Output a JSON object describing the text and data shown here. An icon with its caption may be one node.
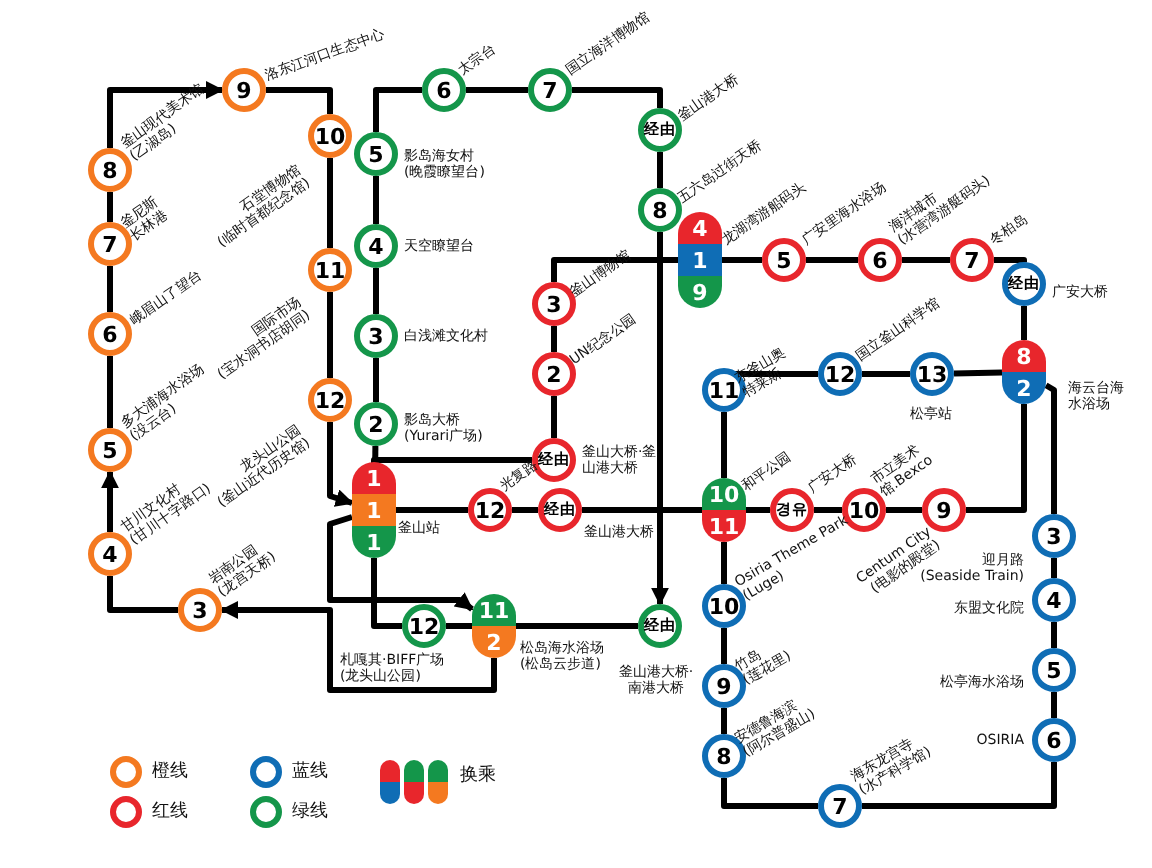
{
  "diagram": {
    "nodes": [
      {
        "text": [
          "9"
        ],
        "beside": [
          "洛东江河口生态中心"
        ]
      },
      {
        "text": [
          "8"
        ],
        "beside": [
          "釜山现代美术馆(乙淑岛)"
        ]
      },
      {
        "text": [
          "7"
        ],
        "beside": [
          "釜尼斯长林港"
        ]
      },
      {
        "text": [
          "6"
        ],
        "beside": [
          "峨眉山了望台"
        ]
      },
      {
        "text": [
          "5"
        ],
        "beside": [
          "多大浦海水浴场(没云台)"
        ]
      },
      {
        "text": [
          "4"
        ],
        "beside": [
          "甘川文化村(甘川十字路口)"
        ]
      },
      {
        "text": [
          "3"
        ],
        "beside": [
          "岩南公园(龙宫天桥)"
        ]
      },
      {
        "text": [
          "10"
        ],
        "beside": [
          "石堂博物馆(临时首都纪念馆)"
        ]
      },
      {
        "text": [
          "11"
        ],
        "beside": [
          "国际市场(宝水洞书店胡同)"
        ]
      },
      {
        "text": [
          "12"
        ],
        "beside": [
          "龙头山公园(釜山近代历史馆)"
        ]
      },
      {
        "text": [
          "1",
          "1",
          "1"
        ],
        "beside": [
          "釜山站"
        ]
      },
      {
        "text": [
          "11",
          "2"
        ],
        "beside": [
          "松岛海水浴场(松岛云步道)"
        ]
      },
      {
        "text": [
          "6"
        ],
        "beside": [
          "太宗台"
        ]
      },
      {
        "text": [
          "7"
        ],
        "beside": [
          "国立海洋博物馆"
        ]
      },
      {
        "text": [
          "经由"
        ],
        "beside": [
          "釜山港大桥"
        ]
      },
      {
        "text": [
          "5"
        ],
        "beside": [
          "影岛海女村(晚霞瞭望台)"
        ]
      },
      {
        "text": [
          "4"
        ],
        "beside": [
          "天空瞭望台"
        ]
      },
      {
        "text": [
          "3"
        ],
        "beside": [
          "白浅滩文化村"
        ]
      },
      {
        "text": [
          "2"
        ],
        "beside": [
          "影岛大桥(Yurari广场)"
        ]
      },
      {
        "text": [
          "8"
        ],
        "beside": [
          "五六岛过街天桥"
        ]
      },
      {
        "text": [
          "4",
          "1",
          "9"
        ],
        "beside": [
          "龙湖湾游船码头"
        ]
      },
      {
        "text": [
          "3"
        ],
        "beside": [
          "釜山博物馆"
        ]
      },
      {
        "text": [
          "2"
        ],
        "beside": [
          "UN纪念公园"
        ]
      },
      {
        "text": [
          "经由"
        ],
        "beside": [
          "釜山大桥·釜山港大桥"
        ]
      },
      {
        "text": [
          "5"
        ],
        "beside": [
          "广安里海水浴场"
        ]
      },
      {
        "text": [
          "6"
        ],
        "beside": [
          "海洋城市(水营湾游艇码头)"
        ]
      },
      {
        "text": [
          "7"
        ],
        "beside": [
          "冬柏岛"
        ]
      },
      {
        "text": [
          "经由"
        ],
        "beside": [
          "广安大桥"
        ]
      },
      {
        "text": [
          "8",
          "2"
        ],
        "beside": [
          "海云台海水浴场"
        ]
      },
      {
        "text": [
          "11"
        ],
        "beside": [
          "东釜山奥特莱斯"
        ]
      },
      {
        "text": [
          "12"
        ],
        "beside": [
          "国立釜山科学馆"
        ]
      },
      {
        "text": [
          "13"
        ],
        "beside": [
          "松亭站"
        ]
      },
      {
        "text": [
          "12"
        ],
        "beside": [
          "光复路"
        ]
      },
      {
        "text": [
          "经由"
        ],
        "beside": [
          "釜山港大桥"
        ]
      },
      {
        "text": [
          "10",
          "11"
        ],
        "beside": [
          "和平公园"
        ]
      },
      {
        "text": [
          "경유"
        ],
        "beside": [
          "广安大桥"
        ]
      },
      {
        "text": [
          "10"
        ],
        "beside": [
          "市立美术馆.Bexco"
        ]
      },
      {
        "text": [
          "9"
        ],
        "beside": [
          "Centum City(电影的殿堂)"
        ]
      },
      {
        "text": [
          "12"
        ],
        "beside": [
          "札嘎其·BIFF广场(龙头山公园)"
        ]
      },
      {
        "text": [
          "经由"
        ],
        "beside": [
          "釜山港大桥·南港大桥"
        ]
      },
      {
        "text": [
          "3"
        ],
        "beside": [
          "迎月路(Seaside Train)"
        ]
      },
      {
        "text": [
          "4"
        ],
        "beside": [
          "东盟文化院"
        ]
      },
      {
        "text": [
          "5"
        ],
        "beside": [
          "松亭海水浴场"
        ]
      },
      {
        "text": [
          "6"
        ],
        "beside": [
          "OSIRIA"
        ]
      },
      {
        "text": [
          "10"
        ],
        "beside": [
          "Osiria Theme Park(Luge)"
        ]
      },
      {
        "text": [
          "9"
        ],
        "beside": [
          "竹岛(莲花里)"
        ]
      },
      {
        "text": [
          "8"
        ],
        "beside": [
          "安德鲁海滨(阿尔普盛山)"
        ]
      },
      {
        "text": [
          "7"
        ],
        "beside": [
          "海东龙宫寺(水产科学馆)"
        ]
      }
    ],
    "edges": [
      {
        "from": 9,
        "to": 10,
        "arrow": "to"
      },
      {
        "from": 10,
        "to": 11,
        "arrow": "to"
      },
      {
        "from": 11,
        "to": 6,
        "arrow": "to"
      },
      {
        "from": 6,
        "to": 5,
        "arrow": "none"
      },
      {
        "from": 5,
        "to": 4,
        "arrow": "to"
      },
      {
        "from": 4,
        "to": 3,
        "arrow": "none"
      },
      {
        "from": 3,
        "to": 2,
        "arrow": "none"
      },
      {
        "from": 2,
        "to": 1,
        "arrow": "none"
      },
      {
        "from": 1,
        "to": 0,
        "arrow": "to"
      },
      {
        "from": 0,
        "to": 7,
        "arrow": "none"
      },
      {
        "from": 7,
        "to": 8,
        "arrow": "none"
      },
      {
        "from": 8,
        "to": 9,
        "arrow": "none"
      },
      {
        "from": 10,
        "to": 18,
        "arrow": "none"
      },
      {
        "from": 18,
        "to": 17,
        "arrow": "none"
      },
      {
        "from": 17,
        "to": 16,
        "arrow": "none"
      },
      {
        "from": 16,
        "to": 15,
        "arrow": "none"
      },
      {
        "from": 15,
        "to": 12,
        "arrow": "none"
      },
      {
        "from": 12,
        "to": 13,
        "arrow": "none"
      },
      {
        "from": 13,
        "to": 14,
        "arrow": "none"
      },
      {
        "from": 14,
        "to": 19,
        "arrow": "none"
      },
      {
        "from": 19,
        "to": 39,
        "arrow": "to"
      },
      {
        "from": 39,
        "to": 11,
        "arrow": "none"
      },
      {
        "from": 11,
        "to": 38,
        "arrow": "none"
      },
      {
        "from": 38,
        "to": 10,
        "arrow": "none"
      },
      {
        "from": 10,
        "to": 23,
        "arrow": "none"
      },
      {
        "from": 23,
        "to": 22,
        "arrow": "none"
      },
      {
        "from": 22,
        "to": 21,
        "arrow": "none"
      },
      {
        "from": 21,
        "to": 20,
        "arrow": "none"
      },
      {
        "from": 20,
        "to": 24,
        "arrow": "none"
      },
      {
        "from": 24,
        "to": 25,
        "arrow": "none"
      },
      {
        "from": 25,
        "to": 26,
        "arrow": "none"
      },
      {
        "from": 26,
        "to": 27,
        "arrow": "none"
      },
      {
        "from": 27,
        "to": 28,
        "arrow": "none"
      },
      {
        "from": 28,
        "to": 37,
        "arrow": "none"
      },
      {
        "from": 37,
        "to": 36,
        "arrow": "none"
      },
      {
        "from": 36,
        "to": 35,
        "arrow": "none"
      },
      {
        "from": 35,
        "to": 34,
        "arrow": "none"
      },
      {
        "from": 34,
        "to": 33,
        "arrow": "none"
      },
      {
        "from": 33,
        "to": 32,
        "arrow": "none"
      },
      {
        "from": 32,
        "to": 10,
        "arrow": "none"
      },
      {
        "from": 34,
        "to": 29,
        "arrow": "none"
      },
      {
        "from": 29,
        "to": 30,
        "arrow": "none"
      },
      {
        "from": 30,
        "to": 31,
        "arrow": "none"
      },
      {
        "from": 31,
        "to": 28,
        "arrow": "none"
      },
      {
        "from": 28,
        "to": 40,
        "arrow": "none"
      },
      {
        "from": 40,
        "to": 41,
        "arrow": "none"
      },
      {
        "from": 41,
        "to": 42,
        "arrow": "none"
      },
      {
        "from": 42,
        "to": 43,
        "arrow": "none"
      },
      {
        "from": 43,
        "to": 47,
        "arrow": "none"
      },
      {
        "from": 47,
        "to": 46,
        "arrow": "none"
      },
      {
        "from": 46,
        "to": 45,
        "arrow": "none"
      },
      {
        "from": 45,
        "to": 44,
        "arrow": "none"
      },
      {
        "from": 44,
        "to": 34,
        "arrow": "none"
      }
    ],
    "legend": [
      {
        "text": "橙线"
      },
      {
        "text": "红线"
      },
      {
        "text": "蓝线"
      },
      {
        "text": "绿线"
      },
      {
        "text": "换乘"
      }
    ]
  }
}
